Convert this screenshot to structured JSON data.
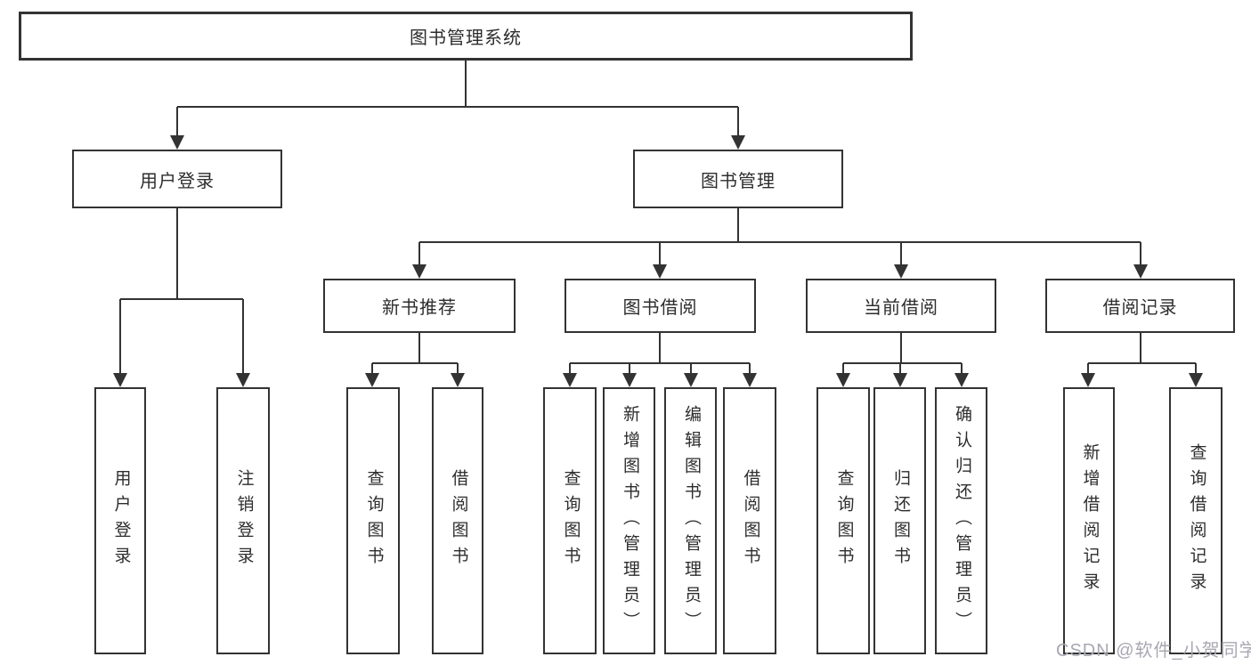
{
  "tree": {
    "root": {
      "label": "图书管理系统"
    },
    "branches": [
      {
        "label": "用户登录",
        "children": [
          {
            "label": "用户登录"
          },
          {
            "label": "注销登录"
          }
        ]
      },
      {
        "label": "图书管理",
        "groups": [
          {
            "label": "新书推荐",
            "children": [
              {
                "label": "查询图书"
              },
              {
                "label": "借阅图书"
              }
            ]
          },
          {
            "label": "图书借阅",
            "children": [
              {
                "label": "查询图书"
              },
              {
                "label": "新增图书（管理员）"
              },
              {
                "label": "编辑图书（管理员）"
              },
              {
                "label": "借阅图书"
              }
            ]
          },
          {
            "label": "当前借阅",
            "children": [
              {
                "label": "查询图书"
              },
              {
                "label": "归还图书"
              },
              {
                "label": "确认归还（管理员）"
              }
            ]
          },
          {
            "label": "借阅记录",
            "children": [
              {
                "label": "新增借阅记录"
              },
              {
                "label": "查询借阅记录"
              }
            ]
          }
        ]
      }
    ]
  },
  "watermark": {
    "text": "CSDN @软件_小贺同学"
  },
  "colors": {
    "line": "#333333",
    "box_border": "#333333",
    "background": "#ffffff",
    "watermark": "#a8a8b2"
  }
}
